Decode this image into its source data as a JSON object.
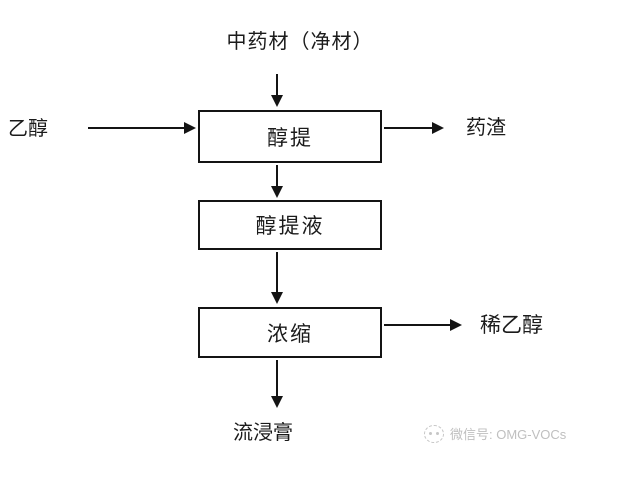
{
  "flowchart": {
    "source": "中药材（净材）",
    "steps": {
      "extraction": "醇提",
      "extract_liquid": "醇提液",
      "concentration": "浓缩"
    },
    "inputs": {
      "ethanol": "乙醇"
    },
    "outputs": {
      "residue": "药渣",
      "dilute_ethanol": "稀乙醇",
      "final_product": "流浸膏"
    },
    "colors": {
      "line": "#141414",
      "text": "#1b1b1b",
      "watermark": "#bfbfbf"
    },
    "watermark": {
      "label": "微信号: OMG-VOCs"
    }
  }
}
